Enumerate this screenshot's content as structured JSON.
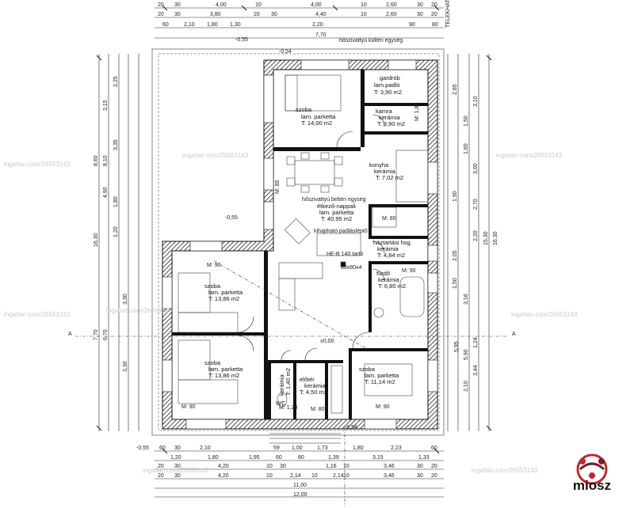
{
  "rooms": [
    {
      "id": "szoba1",
      "name": "szoba",
      "floor": "lam. parketta",
      "area": "T: 14,00 m2"
    },
    {
      "id": "gardrob",
      "name": "gardrób",
      "floor": "lam.padló",
      "area": "T: 3,90 m2"
    },
    {
      "id": "kamra",
      "name": "kamra",
      "floor": "kerámia",
      "area": "T: 3,90 m2"
    },
    {
      "id": "konyha",
      "name": "konyha",
      "floor": "kerámia",
      "area": "T: 7,02 m2"
    },
    {
      "id": "etkezo",
      "name": "étkező-nappali",
      "floor": "lam. parketta",
      "area": "T: 40,95 m2"
    },
    {
      "id": "haztartasi",
      "name": "háztartási hsg.",
      "floor": "kerámia",
      "area": "T: 4,84 m2"
    },
    {
      "id": "furdo",
      "name": "fürdő",
      "floor": "kerámia",
      "area": "T: 6,80 m2"
    },
    {
      "id": "szoba2",
      "name": "szoba",
      "floor": "lam. parketta",
      "area": "T: 13,86 m2"
    },
    {
      "id": "szoba3",
      "name": "szoba",
      "floor": "lam. parketta",
      "area": "T: 13,86 m2"
    },
    {
      "id": "szoba4",
      "name": "szoba",
      "floor": "lam. parketta",
      "area": "T: 11,14 m2"
    },
    {
      "id": "eloter",
      "name": "előtér",
      "floor": "kerámia",
      "area": "T: 4,50 m2"
    },
    {
      "id": "wc",
      "name": "WC",
      "floor": "kerámia",
      "area": "T: 1,40 m2"
    }
  ],
  "labels": {
    "hoszivattyu_kulteri": "hőszivattyú kültéri egység",
    "hoszivattyu_belteri": "hőszivattyú beltéri egység",
    "padlaslepcso": "kihajtható padlásléptő",
    "tarto": "HE-B 140 tartó",
    "pillar": "80x80x4",
    "level_zero": "±0,00",
    "level_m055_a": "-0,55",
    "level_m055_b": "-0,55",
    "level_m055_c": "-0,55",
    "level_m054_a": "-0,54",
    "level_m054_b": "-0,54",
    "section_a_left": "A",
    "section_a_right": "A",
    "telekhatar": "TELEKHATÁR",
    "mat_90_a": "M: 90",
    "mat_90_b": "M: 90",
    "mat_90_c": "M: 90",
    "mat_90_d": "M: 90",
    "m120": "M: 1,20",
    "m80_a": "M: 80",
    "m80_b": "M: 80",
    "m180": "M: 1,80",
    "m85": "M: 85"
  },
  "dims_top": {
    "row1": [
      "20",
      "30",
      "4,00",
      "10",
      "4,00",
      "10",
      "2,60",
      "30",
      "20"
    ],
    "row2": [
      "20",
      "30",
      "3,80",
      "20",
      "30",
      "4,40",
      "10",
      "2,60",
      "30",
      "20"
    ],
    "row3": [
      "60",
      "2,10",
      "1,80",
      "1,30",
      "2,20",
      "90",
      "80"
    ],
    "row4": [
      "7,70"
    ]
  },
  "dims_bottom": {
    "row1": [
      "60",
      "30",
      "2,10",
      "59",
      "1,00",
      "1,73",
      "1,80",
      "2,23",
      "60"
    ],
    "row2": [
      "1,20",
      "1,80",
      "1,95",
      "60",
      "80",
      "1,39",
      "3,15",
      "1,33"
    ],
    "row3": [
      "20",
      "30",
      "4,20",
      "10",
      "30",
      "1,16",
      "10",
      "3,46",
      "30",
      "20"
    ],
    "row4": [
      "20",
      "30",
      "4,20",
      "10",
      "2,14",
      "10",
      "2,14",
      "10",
      "3,46",
      "30",
      "20"
    ],
    "row5": [
      "11,00"
    ],
    "row6": [
      "12,00"
    ]
  },
  "dims_left": {
    "outer": [
      "8,60",
      "16,30",
      "7,70"
    ],
    "mid": [
      "3,15",
      "8,10",
      "4,90",
      "6,70"
    ],
    "inner": [
      "2,25",
      "3,35",
      "1,80",
      "1,20",
      "3,30",
      "3,30"
    ]
  },
  "dims_right": {
    "outer": [
      "16,30",
      "15,30"
    ],
    "mid": [
      "3,10",
      "3,00",
      "2,70",
      "2,20",
      "5,95",
      "5,90"
    ],
    "inner": [
      "2,85",
      "1,50",
      "1,60",
      "1,90",
      "2,05",
      "1,50",
      "1,24",
      "3,44",
      "3,16",
      "2,10"
    ]
  },
  "watermarks": [
    "ingatlan.com/26553143",
    "ingatlan.com/26553143",
    "ingatlan.com/26553143",
    "ingatlan.com/26553143",
    "ingatlan.com/26553143",
    "ingatlan.com/26553143",
    "ingatlan.com/26553143",
    "ingatlan.com/26553143"
  ],
  "logo": {
    "text": "miosz",
    "colors": [
      "#c0272d",
      "#7a1f2b"
    ]
  }
}
